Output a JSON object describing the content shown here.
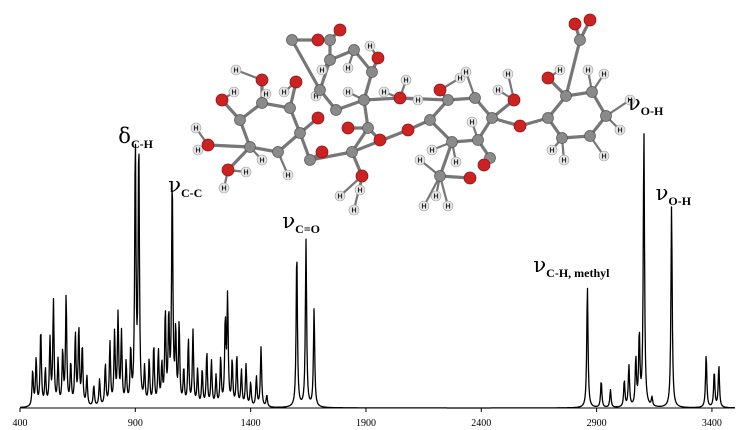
{
  "chart_data": {
    "type": "line",
    "title": "",
    "xlabel": "",
    "ylabel": "",
    "xlim": [
      400,
      3500
    ],
    "ylim": [
      0,
      1
    ],
    "grid": false,
    "legend": "none",
    "line_color": "#000000",
    "x_ticks": [
      400,
      900,
      1400,
      1900,
      2400,
      2900,
      3400
    ],
    "x_tick_labels": [
      "400",
      "900",
      "1400",
      "1900",
      "2400",
      "2900",
      "3400"
    ],
    "series": [
      {
        "peaks": [
          {
            "x": 455,
            "y": 0.12
          },
          {
            "x": 470,
            "y": 0.16
          },
          {
            "x": 490,
            "y": 0.26
          },
          {
            "x": 510,
            "y": 0.12
          },
          {
            "x": 530,
            "y": 0.22
          },
          {
            "x": 545,
            "y": 0.35
          },
          {
            "x": 565,
            "y": 0.15
          },
          {
            "x": 585,
            "y": 0.18
          },
          {
            "x": 600,
            "y": 0.37
          },
          {
            "x": 620,
            "y": 0.14
          },
          {
            "x": 640,
            "y": 0.24
          },
          {
            "x": 655,
            "y": 0.26
          },
          {
            "x": 670,
            "y": 0.2
          },
          {
            "x": 690,
            "y": 0.1
          },
          {
            "x": 720,
            "y": 0.07
          },
          {
            "x": 745,
            "y": 0.09
          },
          {
            "x": 770,
            "y": 0.14
          },
          {
            "x": 790,
            "y": 0.21
          },
          {
            "x": 810,
            "y": 0.24
          },
          {
            "x": 825,
            "y": 0.3
          },
          {
            "x": 840,
            "y": 0.24
          },
          {
            "x": 860,
            "y": 0.14
          },
          {
            "x": 880,
            "y": 0.18
          },
          {
            "x": 900,
            "y": 0.88
          },
          {
            "x": 915,
            "y": 0.88
          },
          {
            "x": 940,
            "y": 0.12
          },
          {
            "x": 960,
            "y": 0.15
          },
          {
            "x": 980,
            "y": 0.2
          },
          {
            "x": 1000,
            "y": 0.18
          },
          {
            "x": 1015,
            "y": 0.13
          },
          {
            "x": 1030,
            "y": 0.31
          },
          {
            "x": 1045,
            "y": 0.29
          },
          {
            "x": 1060,
            "y": 0.76
          },
          {
            "x": 1075,
            "y": 0.24
          },
          {
            "x": 1090,
            "y": 0.27
          },
          {
            "x": 1110,
            "y": 0.12
          },
          {
            "x": 1130,
            "y": 0.22
          },
          {
            "x": 1150,
            "y": 0.25
          },
          {
            "x": 1170,
            "y": 0.12
          },
          {
            "x": 1190,
            "y": 0.12
          },
          {
            "x": 1210,
            "y": 0.18
          },
          {
            "x": 1230,
            "y": 0.15
          },
          {
            "x": 1250,
            "y": 0.1
          },
          {
            "x": 1270,
            "y": 0.16
          },
          {
            "x": 1290,
            "y": 0.28
          },
          {
            "x": 1300,
            "y": 0.36
          },
          {
            "x": 1320,
            "y": 0.15
          },
          {
            "x": 1340,
            "y": 0.17
          },
          {
            "x": 1360,
            "y": 0.12
          },
          {
            "x": 1380,
            "y": 0.14
          },
          {
            "x": 1400,
            "y": 0.08
          },
          {
            "x": 1425,
            "y": 0.1
          },
          {
            "x": 1445,
            "y": 0.2
          },
          {
            "x": 1470,
            "y": 0.04
          },
          {
            "x": 1600,
            "y": 0.53
          },
          {
            "x": 1640,
            "y": 0.56
          },
          {
            "x": 1675,
            "y": 0.33
          },
          {
            "x": 2860,
            "y": 0.41
          },
          {
            "x": 2920,
            "y": 0.09
          },
          {
            "x": 2960,
            "y": 0.06
          },
          {
            "x": 3020,
            "y": 0.09
          },
          {
            "x": 3040,
            "y": 0.14
          },
          {
            "x": 3070,
            "y": 0.16
          },
          {
            "x": 3085,
            "y": 0.24
          },
          {
            "x": 3105,
            "y": 0.93
          },
          {
            "x": 3140,
            "y": 0.03
          },
          {
            "x": 3225,
            "y": 0.68
          },
          {
            "x": 3375,
            "y": 0.18
          },
          {
            "x": 3410,
            "y": 0.12
          },
          {
            "x": 3430,
            "y": 0.14
          }
        ]
      }
    ],
    "annotations": [
      {
        "id": "delta-ch",
        "symbol": "δ",
        "subscript": "C-H",
        "x": 900
      },
      {
        "id": "nu-cc",
        "symbol": "ν",
        "subscript": "C-C",
        "x": 1060
      },
      {
        "id": "nu-co",
        "symbol": "ν",
        "subscript": "C=O",
        "x": 1620
      },
      {
        "id": "nu-ch-methyl",
        "symbol": "ν",
        "subscript": "C-H, methyl",
        "x": 2860
      },
      {
        "id": "nu-oh-1",
        "symbol": "ν",
        "subscript": "O-H",
        "x": 3105
      },
      {
        "id": "nu-oh-2",
        "symbol": "ν",
        "subscript": "O-H",
        "x": 3225
      }
    ]
  },
  "molecule": {
    "colors": {
      "carbon": "#8a8a8a",
      "oxygen": "#cc2222",
      "hydrogen": "#e6e6e6",
      "bond": "#777777"
    },
    "hydrogen_label": "H"
  }
}
